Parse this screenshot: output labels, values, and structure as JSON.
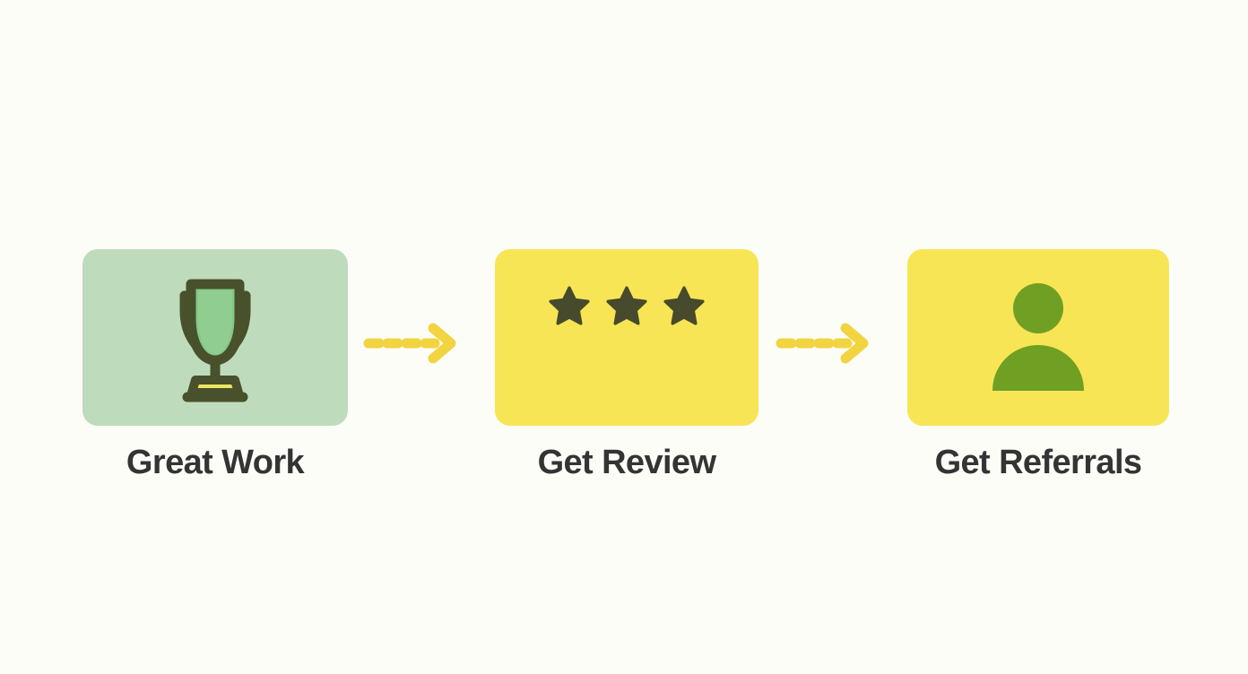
{
  "background_color": "#FDFDF8",
  "diagram": {
    "title": "",
    "type": "horizontal-process-flow",
    "steps": [
      {
        "id": "great-work",
        "label": "Great Work",
        "icon": "trophy-icon",
        "card_color": "#BEDCBB",
        "icon_colors": {
          "outline": "#49502C",
          "cup": "#7CC47F",
          "cup_highlight": "#8FCE90",
          "base_plate": "#EDE463"
        }
      },
      {
        "id": "get-review",
        "label": "Get Review",
        "icon": "three-stars-icon",
        "card_color": "#F7E555",
        "star_count": 3,
        "icon_colors": {
          "star": "#474A2C"
        }
      },
      {
        "id": "get-referrals",
        "label": "Get Referrals",
        "icon": "person-icon",
        "card_color": "#F7E555",
        "icon_colors": {
          "person": "#6FA024"
        }
      }
    ],
    "connectors": [
      {
        "id": "connector-1",
        "style": "dashed-arrow",
        "direction": "right",
        "color": "#F2D440"
      },
      {
        "id": "connector-2",
        "style": "dashed-arrow",
        "direction": "right",
        "color": "#F2D440"
      }
    ],
    "label_color": "#343434"
  }
}
